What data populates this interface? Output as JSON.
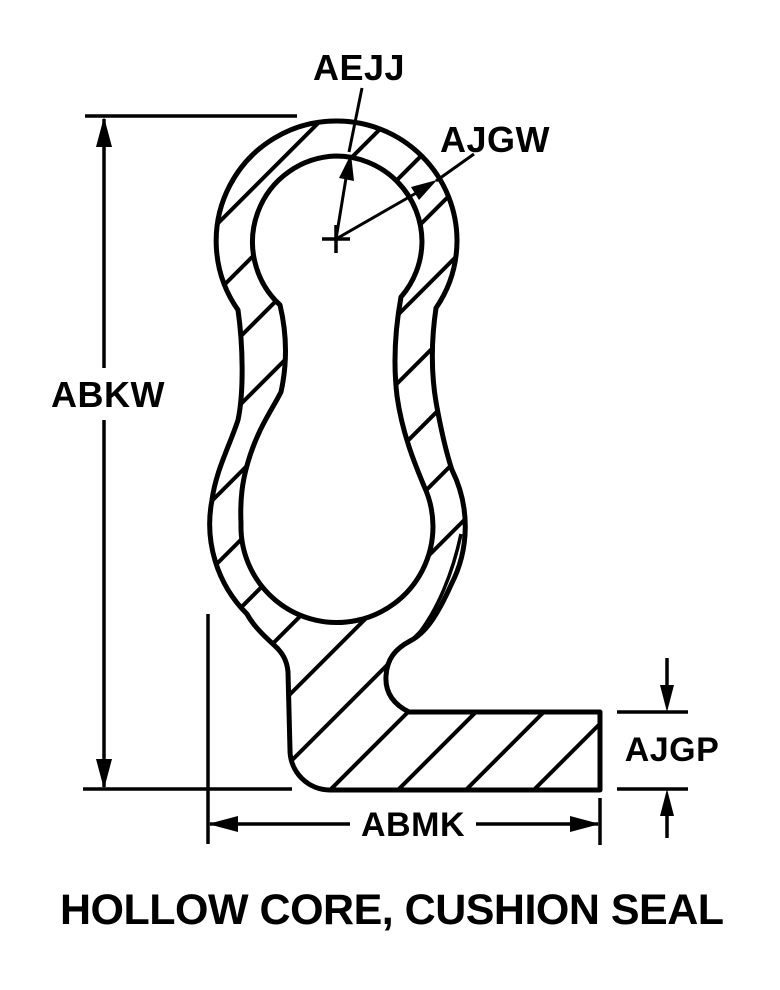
{
  "figure": {
    "title": "HOLLOW CORE, CUSHION SEAL",
    "labels": {
      "aejj": "AEJJ",
      "ajgw": "AJGW",
      "abkw": "ABKW",
      "ajgp": "AJGP",
      "abmk": "ABMK"
    }
  },
  "colors": {
    "ink": "#000000",
    "paper": "#ffffff"
  }
}
